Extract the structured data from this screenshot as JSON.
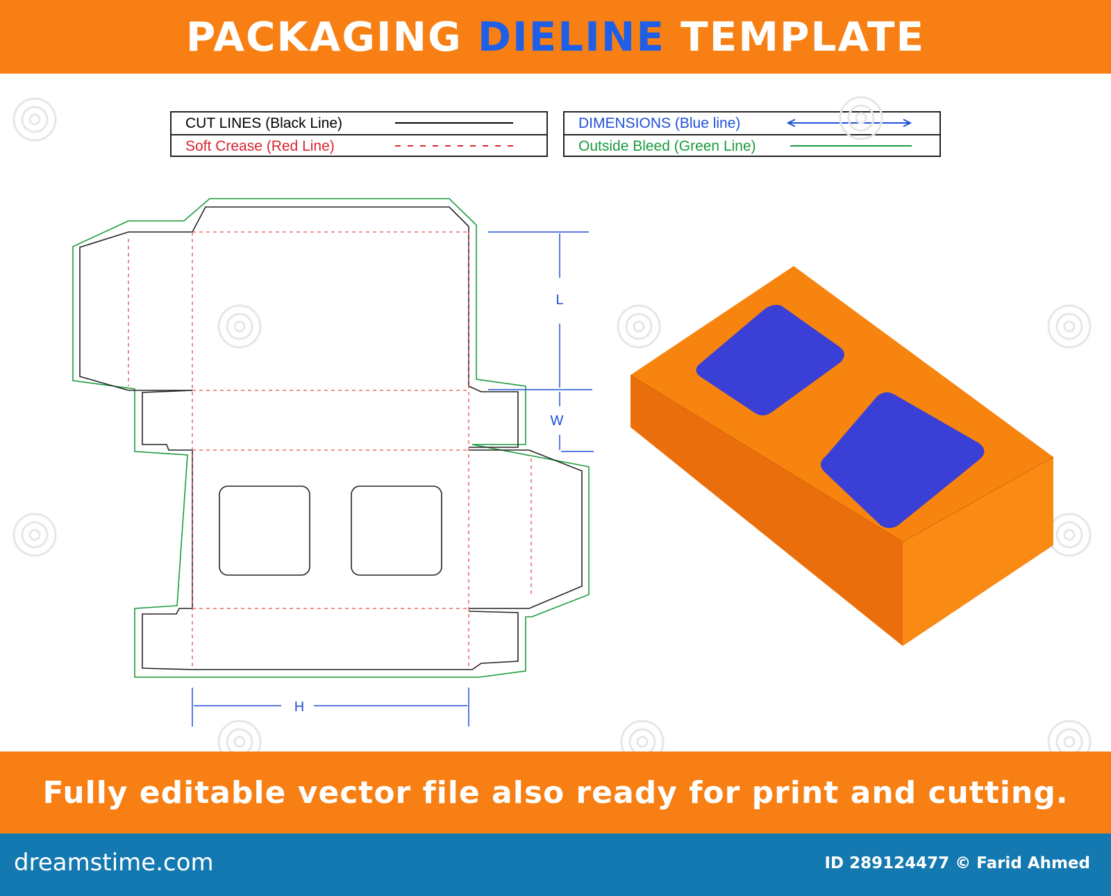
{
  "header": {
    "title_part1": "PACKAGING ",
    "title_accent": "DIELINE",
    "title_part2": " TEMPLATE",
    "accent_color": "#1f5fe8",
    "banner_color": "#f77f13"
  },
  "legend": {
    "left": [
      {
        "label": "CUT LINES (Black Line)",
        "color": "#000000"
      },
      {
        "label": "Soft Crease (Red Line)",
        "color": "#d9232e"
      }
    ],
    "right": [
      {
        "label": "DIMENSIONS (Blue line)",
        "color": "#1f4fd8"
      },
      {
        "label": "Outside Bleed (Green Line)",
        "color": "#1a9a3c"
      }
    ]
  },
  "dimensions": {
    "length_label": "L",
    "width_label": "W",
    "height_label": "H"
  },
  "mockup": {
    "box_color": "#f7840f",
    "window_color": "#3a3fd6"
  },
  "footer": {
    "tagline": "Fully editable vector file also ready for print and cutting.",
    "brand": "dreamstime.com",
    "credit": "ID 289124477 © Farid Ahmed",
    "bar_color": "#1479b0"
  }
}
